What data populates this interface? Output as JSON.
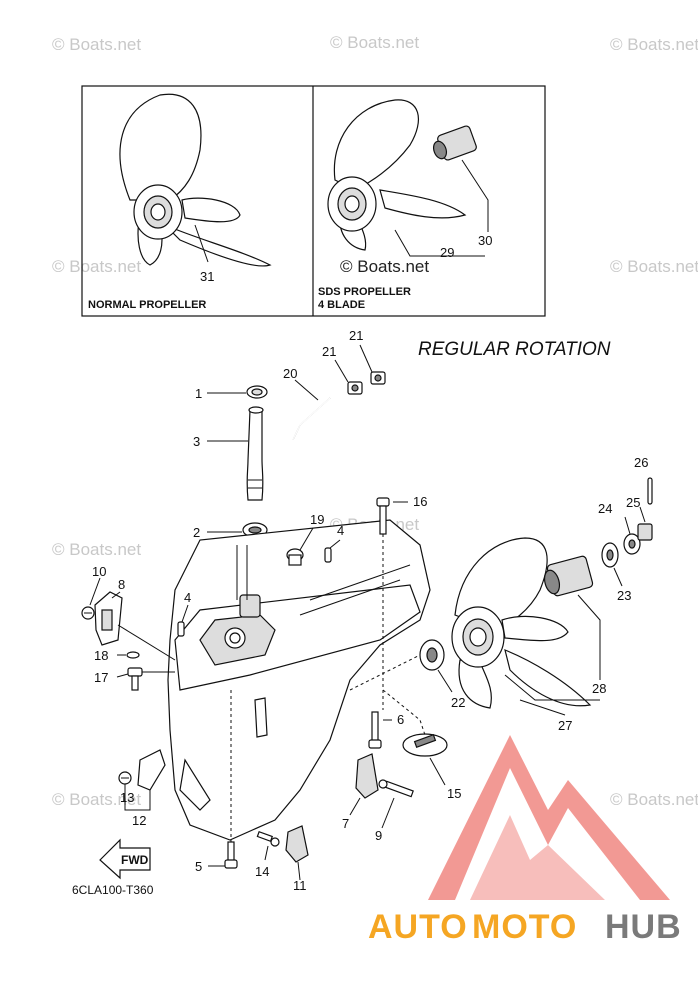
{
  "watermark": "© Boats.net",
  "inset": {
    "left_label": "NORMAL PROPELLER",
    "right_label_line1": "SDS PROPELLER",
    "right_label_line2": "4 BLADE"
  },
  "title": "REGULAR ROTATION",
  "diagram_code": "6CLA100-T360",
  "fwd_label": "FWD",
  "brand": {
    "part1": "AUTO",
    "part2": "MOTO",
    "part3": "HUB",
    "color_orange": "#f5a623",
    "color_gray": "#7a7a7a",
    "logo_red": "#e8463c"
  },
  "callouts": {
    "c1": "1",
    "c2": "2",
    "c3": "3",
    "c4a": "4",
    "c4b": "4",
    "c5": "5",
    "c6": "6",
    "c7": "7",
    "c8": "8",
    "c9": "9",
    "c10": "10",
    "c11": "11",
    "c12": "12",
    "c13": "13",
    "c14": "14",
    "c15": "15",
    "c16": "16",
    "c17": "17",
    "c18": "18",
    "c19": "19",
    "c20": "20",
    "c21a": "21",
    "c21b": "21",
    "c22": "22",
    "c23": "23",
    "c24": "24",
    "c25": "25",
    "c26": "26",
    "c27": "27",
    "c28": "28",
    "c29": "29",
    "c30": "30",
    "c31": "31"
  }
}
